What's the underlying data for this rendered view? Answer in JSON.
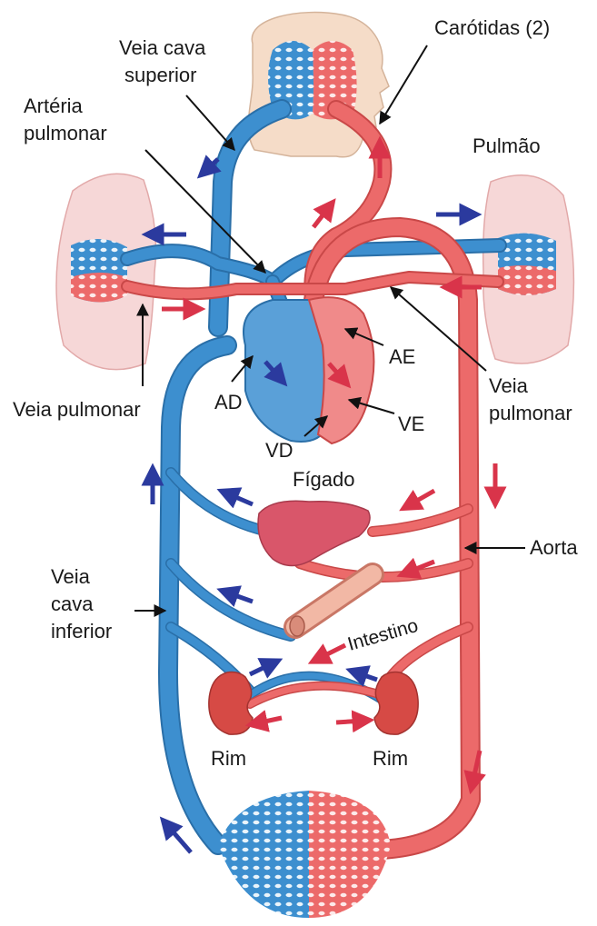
{
  "labels": {
    "veia_cava_superior": [
      "Veia cava",
      "superior"
    ],
    "carotidas": "Carótidas (2)",
    "arteria_pulmonar": [
      "Artéria",
      "pulmonar"
    ],
    "pulmao": "Pulmão",
    "ae": "AE",
    "ad": "AD",
    "ve": "VE",
    "vd": "VD",
    "veia_pulmonar_esq": "Veia pulmonar",
    "veia_pulmonar_dir": [
      "Veia",
      "pulmonar"
    ],
    "figado": "Fígado",
    "aorta": "Aorta",
    "veia_cava_inferior": [
      "Veia",
      "cava",
      "inferior"
    ],
    "intestino": "Intestino",
    "rim_esq": "Rim",
    "rim_dir": "Rim"
  },
  "colors": {
    "venous_blood": "#3d8fcf",
    "arterial_blood": "#ec6a6a",
    "flow_arrow_venous": "#2b3a9e",
    "flow_arrow_arterial": "#d9344a",
    "organ_lung": "#f6d7d7",
    "organ_liver": "#d9566a",
    "organ_kidney": "#d64a45",
    "skin": "#f5dcc8"
  }
}
